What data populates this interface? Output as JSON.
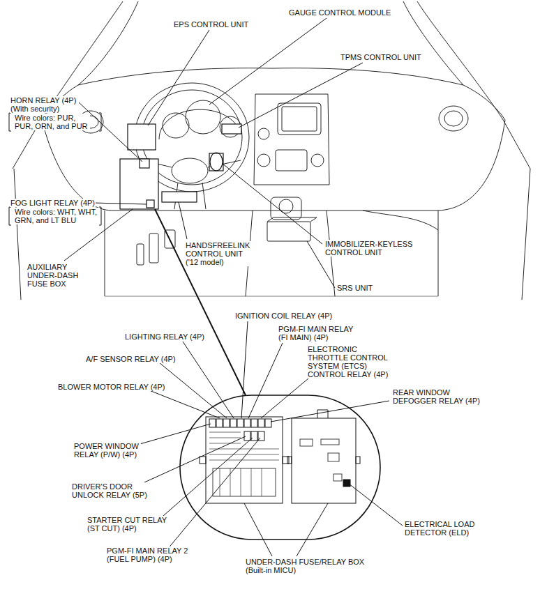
{
  "diagram": {
    "labels": [
      "GAUGE CONTROL MODULE",
      "EPS CONTROL UNIT",
      "TPMS CONTROL UNIT",
      "HORN RELAY (4P) (With security)",
      "Wire colors: PUR, PUR, ORN, and PUR",
      "FOG LIGHT RELAY (4P)",
      "Wire colors: WHT, WHT, GRN, and LT BLU",
      "HANDSFREELINK CONTROL UNIT ('12 model)",
      "IMMOBILIZER-KEYLESS CONTROL UNIT",
      "AUXILIARY UNDER-DASH FUSE BOX",
      "SRS UNIT",
      "IGNITION COIL RELAY (4P)",
      "PGM-FI MAIN RELAY (FI MAIN) (4P)",
      "LIGHTING RELAY (4P)",
      "ELECTRONIC THROTTLE CONTROL SYSTEM (ETCS) CONTROL RELAY (4P)",
      "A/F SENSOR RELAY (4P)",
      "BLOWER MOTOR RELAY (4P)",
      "REAR WINDOW DEFOGGER RELAY (4P)",
      "POWER WINDOW RELAY (P/W) (4P)",
      "DRIVER'S DOOR UNLOCK RELAY (5P)",
      "STARTER CUT RELAY (ST CUT) (4P)",
      "ELECTRICAL LOAD DETECTOR (ELD)",
      "PGM-FI MAIN RELAY 2 (FUEL PUMP) (4P)",
      "UNDER-DASH FUSE/RELAY BOX (Built-in MICU)"
    ]
  }
}
